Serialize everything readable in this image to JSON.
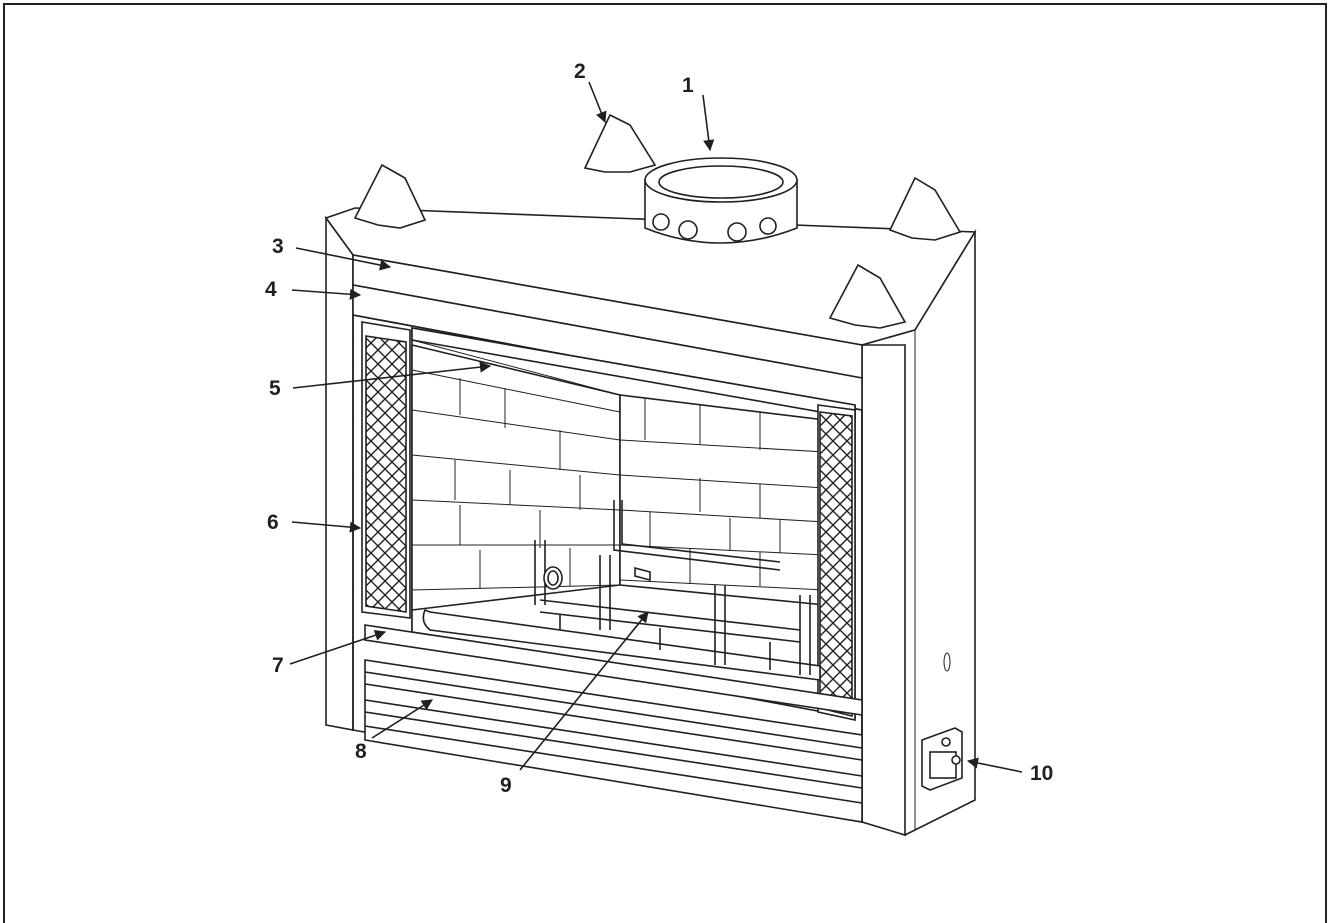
{
  "callouts": [
    {
      "id": "1",
      "label": "1"
    },
    {
      "id": "2",
      "label": "2"
    },
    {
      "id": "3",
      "label": "3"
    },
    {
      "id": "4",
      "label": "4"
    },
    {
      "id": "5",
      "label": "5"
    },
    {
      "id": "6",
      "label": "6"
    },
    {
      "id": "7",
      "label": "7"
    },
    {
      "id": "8",
      "label": "8"
    },
    {
      "id": "9",
      "label": "9"
    },
    {
      "id": "10",
      "label": "10"
    }
  ],
  "colors": {
    "line": "#231f20",
    "background": "#ffffff"
  }
}
